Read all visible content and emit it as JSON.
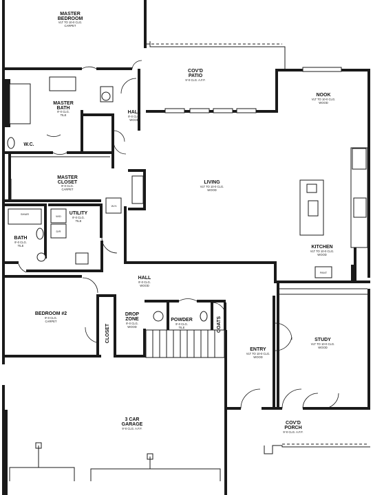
{
  "rooms": {
    "master_bedroom": {
      "name1": "MASTER",
      "name2": "BEDROOM",
      "spec1": "VLT TO 10-0 CLG.",
      "spec2": "CARPET"
    },
    "covd_patio": {
      "name1": "COV'D",
      "name2": "PATIO",
      "spec1": "9'-0 CLG. A.F.F."
    },
    "nook": {
      "name1": "NOOK",
      "spec1": "VLT TO 10-0 CLG.",
      "spec2": "WOOD"
    },
    "master_bath": {
      "name1": "MASTER",
      "name2": "BATH",
      "spec1": "9'-0 CLG.",
      "spec2": "TILE"
    },
    "hall_upper": {
      "name1": "HALL",
      "spec1": "9'-0 CLG.",
      "spec2": "WOOD"
    },
    "wc": {
      "name1": "W.C."
    },
    "master_closet": {
      "name1": "MASTER",
      "name2": "CLOSET",
      "spec1": "9'-0 CLG.",
      "spec2": "CARPET"
    },
    "living": {
      "name1": "LIVING",
      "spec1": "VLT TO 10-0 CLG.",
      "spec2": "WOOD"
    },
    "utility": {
      "name1": "UTILITY",
      "spec1": "9'-0 CLG.",
      "spec2": "TILE"
    },
    "bath": {
      "name1": "BATH",
      "spec1": "9'-0 CLG.",
      "spec2": "TILE"
    },
    "kitchen": {
      "name1": "KITCHEN",
      "spec1": "VLT TO 10-0 CLG.",
      "spec2": "WOOD"
    },
    "hall_lower": {
      "name1": "HALL",
      "spec1": "9'-0 CLG.",
      "spec2": "WOOD"
    },
    "bedroom2": {
      "name1": "BEDROOM #2",
      "spec1": "9'-0 CLG.",
      "spec2": "CARPET"
    },
    "closet": {
      "name1": "CLOSET"
    },
    "drop_zone": {
      "name1": "DROP",
      "name2": "ZONE",
      "spec1": "9'-0 CLG.",
      "spec2": "WOOD"
    },
    "powder": {
      "name1": "POWDER",
      "spec1": "9'-0 CLG.",
      "spec2": "TILE"
    },
    "coats": {
      "name1": "COATS"
    },
    "study": {
      "name1": "STUDY",
      "spec1": "VLT TO 10-0 CLG.",
      "spec2": "WOOD"
    },
    "entry": {
      "name1": "ENTRY",
      "spec1": "VLT TO 10-0 CLG.",
      "spec2": "WOOD"
    },
    "garage": {
      "name1": "3 CAR",
      "name2": "GARAGE",
      "spec1": "9'-0 CLG. A.F.F."
    },
    "covd_porch": {
      "name1": "COV'D",
      "name2": "PORCH",
      "spec1": "9'-0 CLG. A.F.F."
    }
  },
  "fixtures": {
    "shower": "SHWR",
    "washer": "W/D",
    "pantry": "PANT",
    "dryer": "D/R",
    "water_heater": "W.H."
  }
}
